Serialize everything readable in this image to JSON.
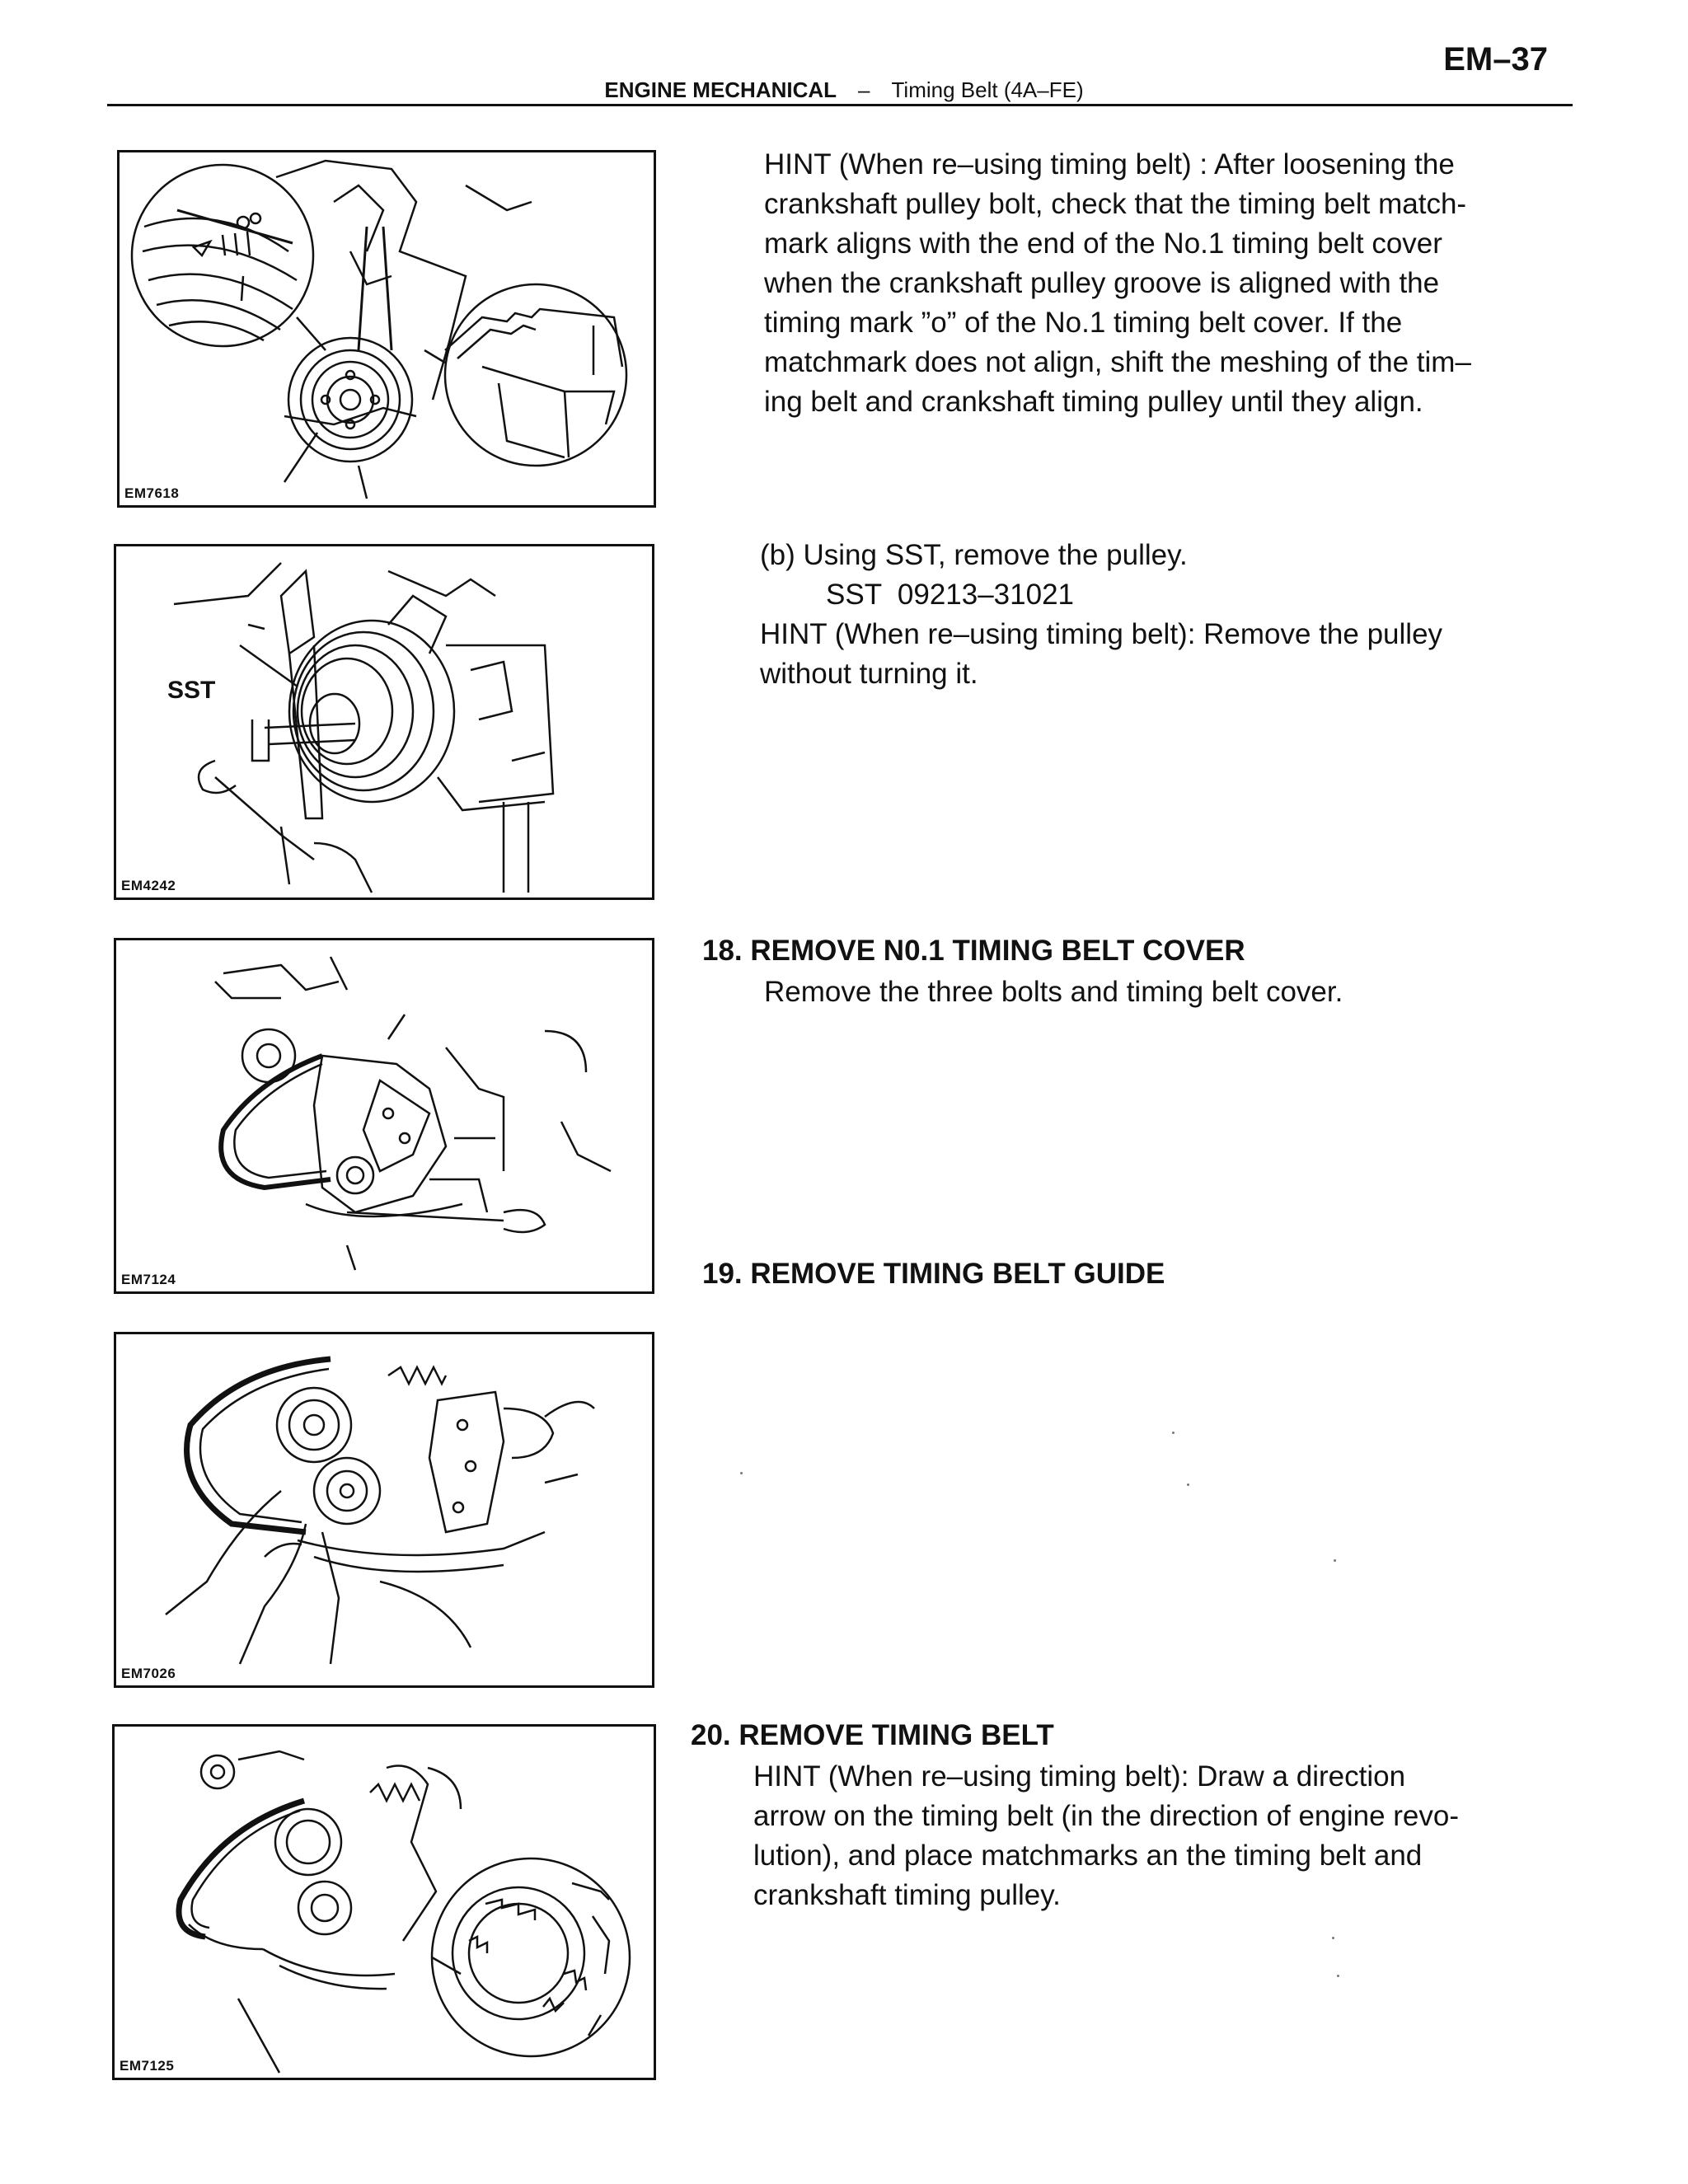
{
  "header": {
    "page_number": "EM–37",
    "section": "ENGINE MECHANICAL",
    "separator": "–",
    "subsection": "Timing Belt (4A–FE)"
  },
  "figures": [
    {
      "code": "EM7618",
      "subject": "crankshaft pulley timing mark and belt matchmark"
    },
    {
      "code": "EM4242",
      "subject": "pulley removal with SST",
      "callout": "SST"
    },
    {
      "code": "EM7124",
      "subject": "No.1 timing belt cover removal"
    },
    {
      "code": "EM7026",
      "subject": "timing belt guide removal"
    },
    {
      "code": "EM7125",
      "subject": "timing belt removal with matchmark detail"
    }
  ],
  "steps": {
    "hint_reuse_1": [
      "HINT (When re–using timing belt) : After loosening the",
      "crankshaft pulley bolt, check that the timing belt match-",
      "mark aligns with the end of the No.1 timing belt cover",
      "when the crankshaft pulley groove is aligned with the",
      "timing mark ”o” of the No.1 timing belt cover. If the",
      "matchmark does not align, shift the meshing of the tim–",
      "ing belt and crankshaft timing pulley until they align."
    ],
    "step_b": {
      "text": "(b) Using SST, remove the pulley.",
      "sst": "SST  09213–31021",
      "hint": [
        "HINT (When re–using timing belt): Remove the pulley",
        "without turning it."
      ]
    },
    "step_18": {
      "heading": "18. REMOVE N0.1 TIMING BELT COVER",
      "text": "Remove the three bolts and timing belt cover."
    },
    "step_19": {
      "heading": "19. REMOVE TIMING BELT GUIDE"
    },
    "step_20": {
      "heading": "20. REMOVE TIMING BELT",
      "hint": [
        "HINT (When re–using timing belt): Draw a direction",
        "arrow on the timing belt (in the direction of engine revo-",
        "lution), and place matchmarks an the timing belt and",
        "crankshaft timing pulley."
      ]
    }
  }
}
